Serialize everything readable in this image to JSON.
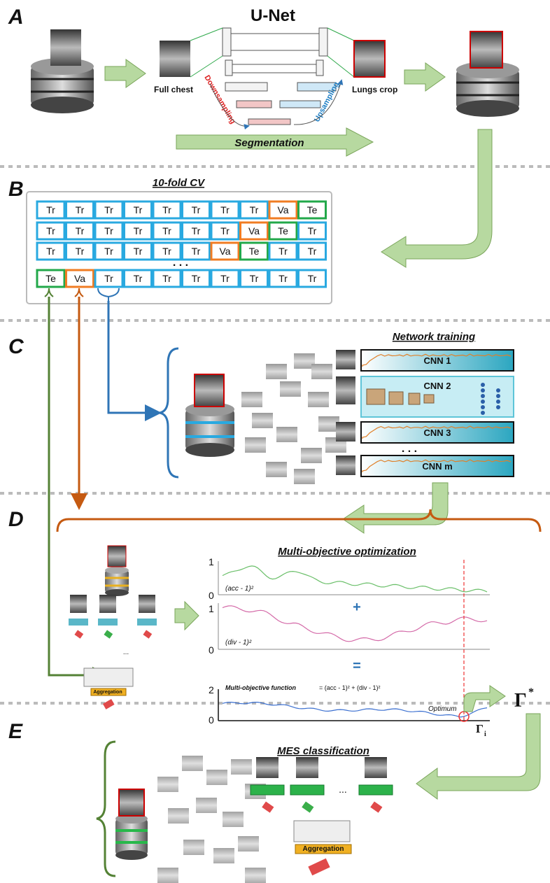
{
  "section_a": {
    "letter": "A",
    "unet_title": "U-Net",
    "full_chest": "Full chest",
    "lungs_crop": "Lungs crop",
    "downsampling": "Downsampling",
    "upsampling": "Upsampling",
    "segmentation": "Segmentation"
  },
  "section_b": {
    "letter": "B",
    "title": "10-fold CV",
    "ellipsis": ". . .",
    "rows": [
      [
        "Tr",
        "Tr",
        "Tr",
        "Tr",
        "Tr",
        "Tr",
        "Tr",
        "Tr",
        "Va",
        "Te"
      ],
      [
        "Tr",
        "Tr",
        "Tr",
        "Tr",
        "Tr",
        "Tr",
        "Tr",
        "Va",
        "Te",
        "Tr"
      ],
      [
        "Tr",
        "Tr",
        "Tr",
        "Tr",
        "Tr",
        "Tr",
        "Va",
        "Te",
        "Tr",
        "Tr"
      ],
      [
        "Te",
        "Va",
        "Tr",
        "Tr",
        "Tr",
        "Tr",
        "Tr",
        "Tr",
        "Tr",
        "Tr"
      ]
    ]
  },
  "section_c": {
    "letter": "C",
    "title": "Network training",
    "cnn_labels": [
      "CNN 1",
      "CNN 2",
      "CNN 3",
      "CNN m"
    ],
    "ellipsis": ". . ."
  },
  "section_d": {
    "letter": "D",
    "title": "Multi-objective optimization",
    "acc_term": "(acc - 1)²",
    "div_term": "(div - 1)²",
    "plus": "+",
    "equals": "=",
    "mof_label": "Multi-objective  function",
    "mof_formula": "= (acc - 1)² + (div - 1)²",
    "optimum": "Optimum",
    "ellipsis": "...",
    "aggregation": "Aggregation",
    "y_max_1": "1",
    "y_min_1": "0",
    "y_max_2": "1",
    "y_min_2": "0",
    "y_max_3": "2",
    "y_min_3": "0",
    "x_symbol": "Γ",
    "x_sub": "i",
    "gamma_star": "Γ",
    "gamma_sup": "*"
  },
  "section_e": {
    "letter": "E",
    "title": "MES classification",
    "ellipsis": "...",
    "aggregation": "Aggregation"
  },
  "colors": {
    "blue": "#29a9e0",
    "orange": "#f07c23",
    "green": "#22a84a",
    "arrow_green": "#b7d9a0",
    "dark_green": "#5a8a3a",
    "cyan_box": "#5ec5d8"
  }
}
